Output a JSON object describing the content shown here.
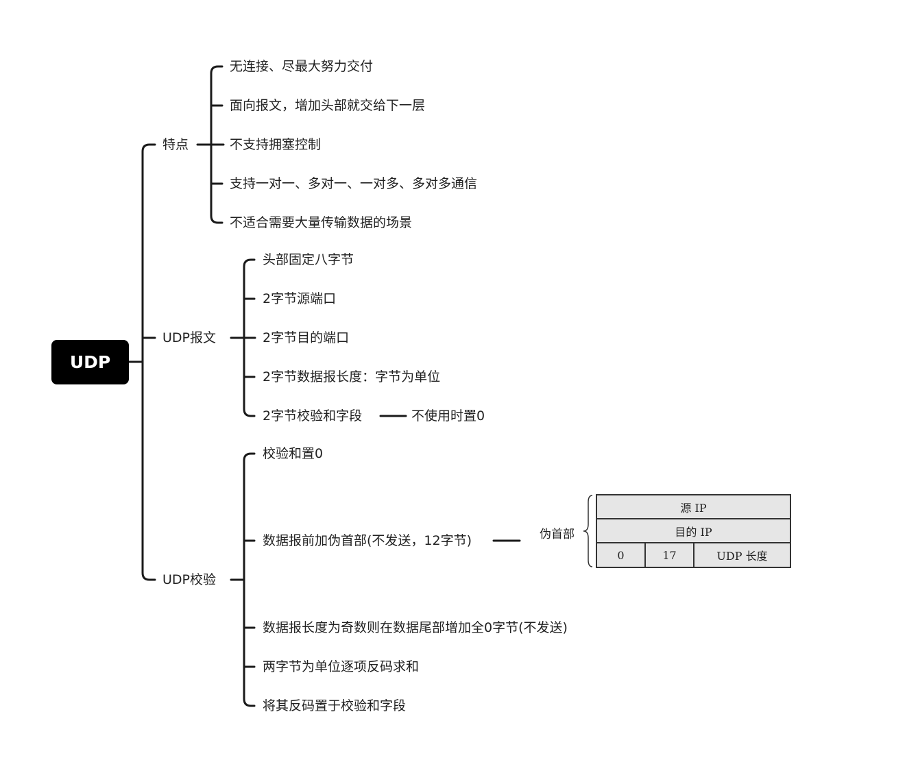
{
  "root": {
    "label": "UDP"
  },
  "branches": [
    {
      "label": "特点",
      "children": [
        "无连接、尽最大努力交付",
        "面向报文，增加头部就交给下一层",
        "不支持拥塞控制",
        "支持一对一、多对一、一对多、多对多通信",
        "不适合需要大量传输数据的场景"
      ]
    },
    {
      "label": "UDP报文",
      "children": [
        "头部固定八字节",
        "2字节源端口",
        "2字节目的端口",
        "2字节数据报长度：字节为单位",
        "2字节校验和字段"
      ],
      "sub": "不使用时置0"
    },
    {
      "label": "UDP校验",
      "children": [
        "校验和置0",
        "数据报前加伪首部(不发送，12字节)",
        "数据报长度为奇数则在数据尾部增加全0字节(不发送)",
        "两字节为单位逐项反码求和",
        "将其反码置于校验和字段"
      ]
    }
  ],
  "pseudo_header": {
    "label": "伪首部",
    "row1": "源 IP",
    "row2": "目的 IP",
    "row3": [
      "0",
      "17",
      "UDP 长度"
    ]
  }
}
